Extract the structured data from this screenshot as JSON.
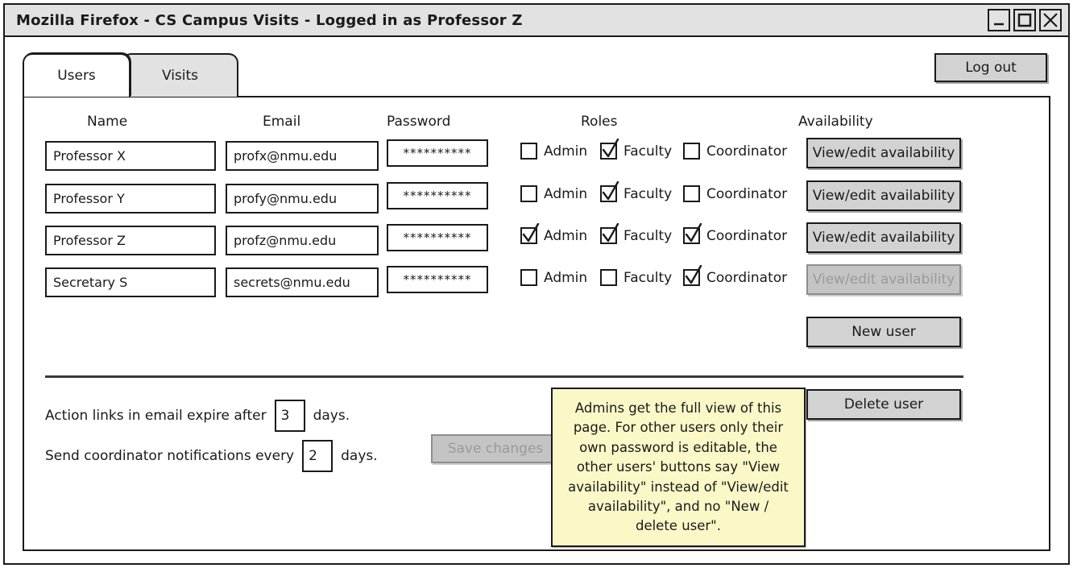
{
  "window": {
    "title": "Mozilla Firefox - CS Campus Visits - Logged in as Professor Z",
    "controls": [
      {
        "name": "minimize",
        "glyph": "minimize-icon"
      },
      {
        "name": "maximize",
        "glyph": "maximize-icon"
      },
      {
        "name": "close",
        "glyph": "close-icon"
      }
    ]
  },
  "tabs": [
    {
      "label": "Users",
      "active": true
    },
    {
      "label": "Visits",
      "active": false
    }
  ],
  "toolbar": {
    "logout_label": "Log out"
  },
  "table": {
    "headers": [
      "Name",
      "Email",
      "Password",
      "Roles",
      "Availability"
    ],
    "role_names": [
      "Admin",
      "Faculty",
      "Coordinator"
    ],
    "rows": [
      {
        "name": "Professor X",
        "email": "profx@nmu.edu",
        "password": "**********",
        "admin": false,
        "faculty": true,
        "coordinator": false,
        "availability_label": "View/edit availability",
        "availability_disabled": false
      },
      {
        "name": "Professor Y",
        "email": "profy@nmu.edu",
        "password": "**********",
        "admin": false,
        "faculty": true,
        "coordinator": false,
        "availability_label": "View/edit availability",
        "availability_disabled": false
      },
      {
        "name": "Professor Z",
        "email": "profz@nmu.edu",
        "password": "**********",
        "admin": true,
        "faculty": true,
        "coordinator": true,
        "availability_label": "View/edit availability",
        "availability_disabled": false
      },
      {
        "name": "Secretary S",
        "email": "secrets@nmu.edu",
        "password": "**********",
        "admin": false,
        "faculty": false,
        "coordinator": true,
        "availability_label": "View/edit availability",
        "availability_disabled": true
      }
    ]
  },
  "actions": {
    "new_user_label": "New user",
    "delete_user_label": "Delete user",
    "save_changes_label": "Save changes",
    "save_changes_disabled": true
  },
  "settings": [
    {
      "prefix": "Action links in email expire after",
      "value": "3",
      "suffix": "days."
    },
    {
      "prefix": "Send coordinator notifications every",
      "value": "2",
      "suffix": "days."
    }
  ],
  "note": {
    "text": "Admins get the full view of this page. For other users only their own password is editable, the other users' buttons say \"View availability\" instead of \"View/edit availability\", and no \"New / delete user\"."
  },
  "colors": {
    "note_bg": "#fbf8c8",
    "button_bg": "#d2d2d2",
    "titlebar_bg": "#e2e2e2",
    "ink": "#1a1a1a",
    "disabled_text": "#9a9a9a"
  }
}
